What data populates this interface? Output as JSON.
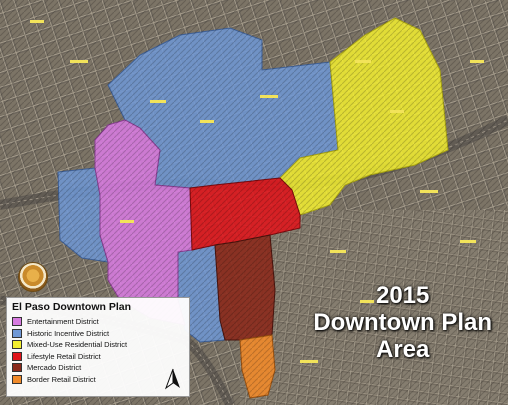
{
  "legend": {
    "title": "El Paso Downtown Plan",
    "items": [
      {
        "label": "Entertainment District",
        "color": "#d77be0"
      },
      {
        "label": "Historic Incentive District",
        "color": "#6f98d6"
      },
      {
        "label": "Mixed-Use Residential District",
        "color": "#f3ef2f"
      },
      {
        "label": "Lifestyle Retail District",
        "color": "#e0151b"
      },
      {
        "label": "Mercado District",
        "color": "#8b2a1c"
      },
      {
        "label": "Border Retail District",
        "color": "#f08a2a"
      }
    ]
  },
  "overlay": {
    "line1": "2015",
    "line2": "Downtown Plan",
    "line3": "Area"
  },
  "colors": {
    "basemap": "#6d665c",
    "street": "#a59c8b",
    "rail": "#5b5650"
  },
  "icons": {
    "north_arrow": "north-arrow-icon",
    "seal": "city-seal-icon"
  }
}
